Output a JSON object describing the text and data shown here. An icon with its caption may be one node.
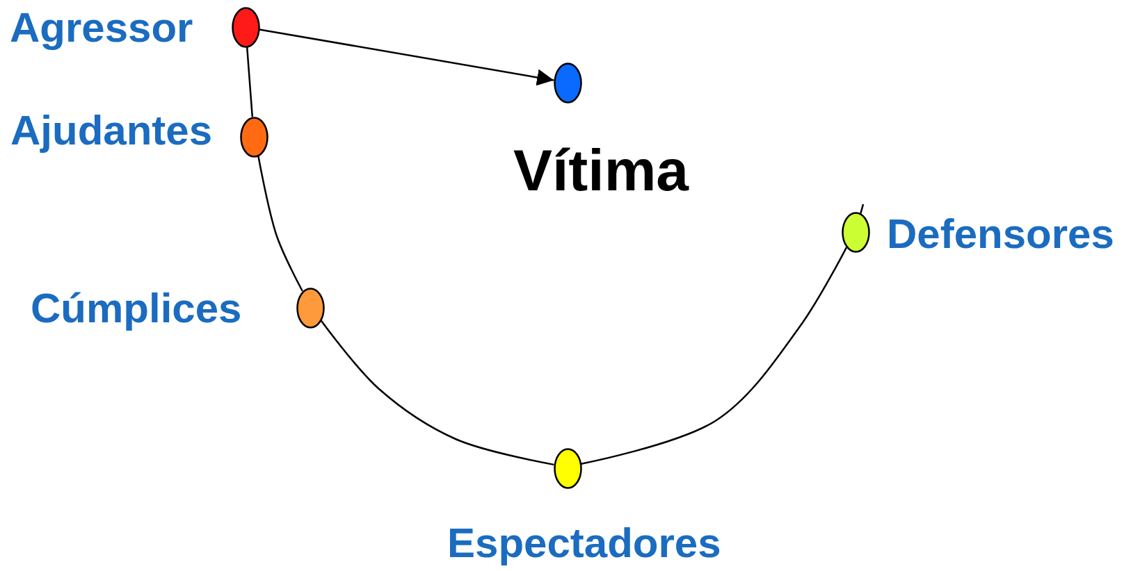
{
  "diagram": {
    "nodes": [
      {
        "text": [],
        "shape": "circle",
        "beside": [
          "Agressor"
        ]
      },
      {
        "text": [],
        "shape": "circle",
        "beside": [
          "Vítima"
        ]
      },
      {
        "text": [],
        "shape": "circle",
        "beside": [
          "Ajudantes"
        ]
      },
      {
        "text": [],
        "shape": "circle",
        "beside": [
          "Defensores"
        ]
      },
      {
        "text": [],
        "shape": "circle",
        "beside": [
          "Cúmplices"
        ]
      },
      {
        "text": [],
        "shape": "circle",
        "beside": [
          "Espectadores"
        ]
      }
    ],
    "edges": [
      {
        "from": 0,
        "to": 1,
        "arrow": "to"
      },
      {
        "from": 0,
        "to": 2,
        "arrow": "none"
      },
      {
        "from": 2,
        "to": 4,
        "arrow": "none"
      },
      {
        "from": 4,
        "to": 5,
        "arrow": "none"
      },
      {
        "from": 5,
        "to": 3,
        "arrow": "none"
      },
      {
        "from": 3,
        "to": null,
        "arrow": "none"
      }
    ]
  }
}
